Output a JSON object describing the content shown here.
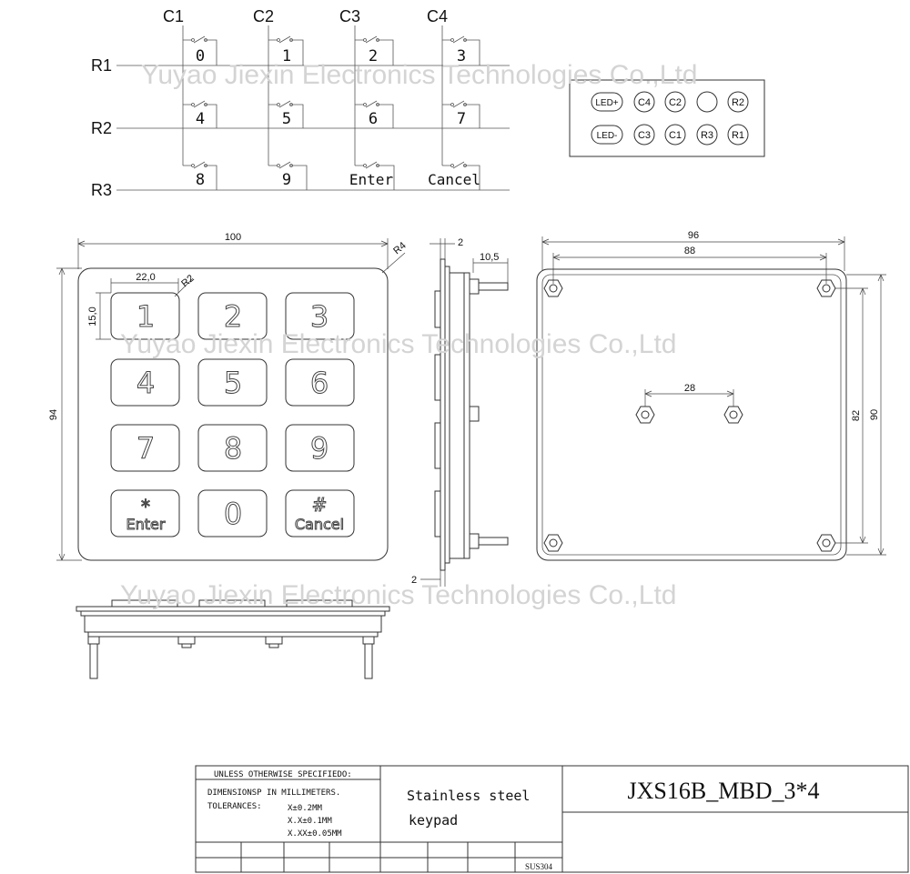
{
  "watermark": "Yuyao Jiexin Electronics Technologies Co.,Ltd",
  "matrix": {
    "columns": [
      "C1",
      "C2",
      "C3",
      "C4"
    ],
    "rows": [
      "R1",
      "R2",
      "R3"
    ],
    "switch_labels": [
      [
        "0",
        "1",
        "2",
        "3"
      ],
      [
        "4",
        "5",
        "6",
        "7"
      ],
      [
        "8",
        "9",
        "Enter",
        "Cancel"
      ]
    ]
  },
  "pinout": {
    "top": [
      "LED+",
      "C4",
      "C2",
      "",
      "R2"
    ],
    "bottom": [
      "LED-",
      "C3",
      "C1",
      "R3",
      "R1"
    ]
  },
  "front_view": {
    "width_dim": "100",
    "height_dim": "94",
    "corner_radius": "R4",
    "key_width": "22,0",
    "key_height": "15,0",
    "key_radius": "R2",
    "keys": [
      {
        "main": "1",
        "sub": ""
      },
      {
        "main": "2",
        "sub": ""
      },
      {
        "main": "3",
        "sub": ""
      },
      {
        "main": "4",
        "sub": ""
      },
      {
        "main": "5",
        "sub": ""
      },
      {
        "main": "6",
        "sub": ""
      },
      {
        "main": "7",
        "sub": ""
      },
      {
        "main": "8",
        "sub": ""
      },
      {
        "main": "9",
        "sub": ""
      },
      {
        "main": "*",
        "sub": "Enter"
      },
      {
        "main": "0",
        "sub": ""
      },
      {
        "main": "#",
        "sub": "Cancel"
      }
    ]
  },
  "side_view": {
    "thickness_dim": "2",
    "pin_length_dim": "10,5",
    "bottom_dim": "2"
  },
  "back_view": {
    "outer_width_dim": "96",
    "hole_spacing_x_dim": "88",
    "center_spacing_dim": "28",
    "hole_spacing_y_dim": "82",
    "outer_height_dim": "90"
  },
  "title_block": {
    "header": "UNLESS OTHERWISE SPECIFIEDO:",
    "dimensions": "DIMENSIONSP IN MILLIMETERS.",
    "tolerances_label": "TOLERANCES:",
    "tol_1": "X±0.2MM",
    "tol_2": "X.X±0.1MM",
    "tol_3": "X.XX±0.05MM",
    "material_line1": "Stainless steel",
    "material_line2": "keypad",
    "part_number": "JXS16B_MBD_3*4",
    "material_code": "SUS304"
  }
}
